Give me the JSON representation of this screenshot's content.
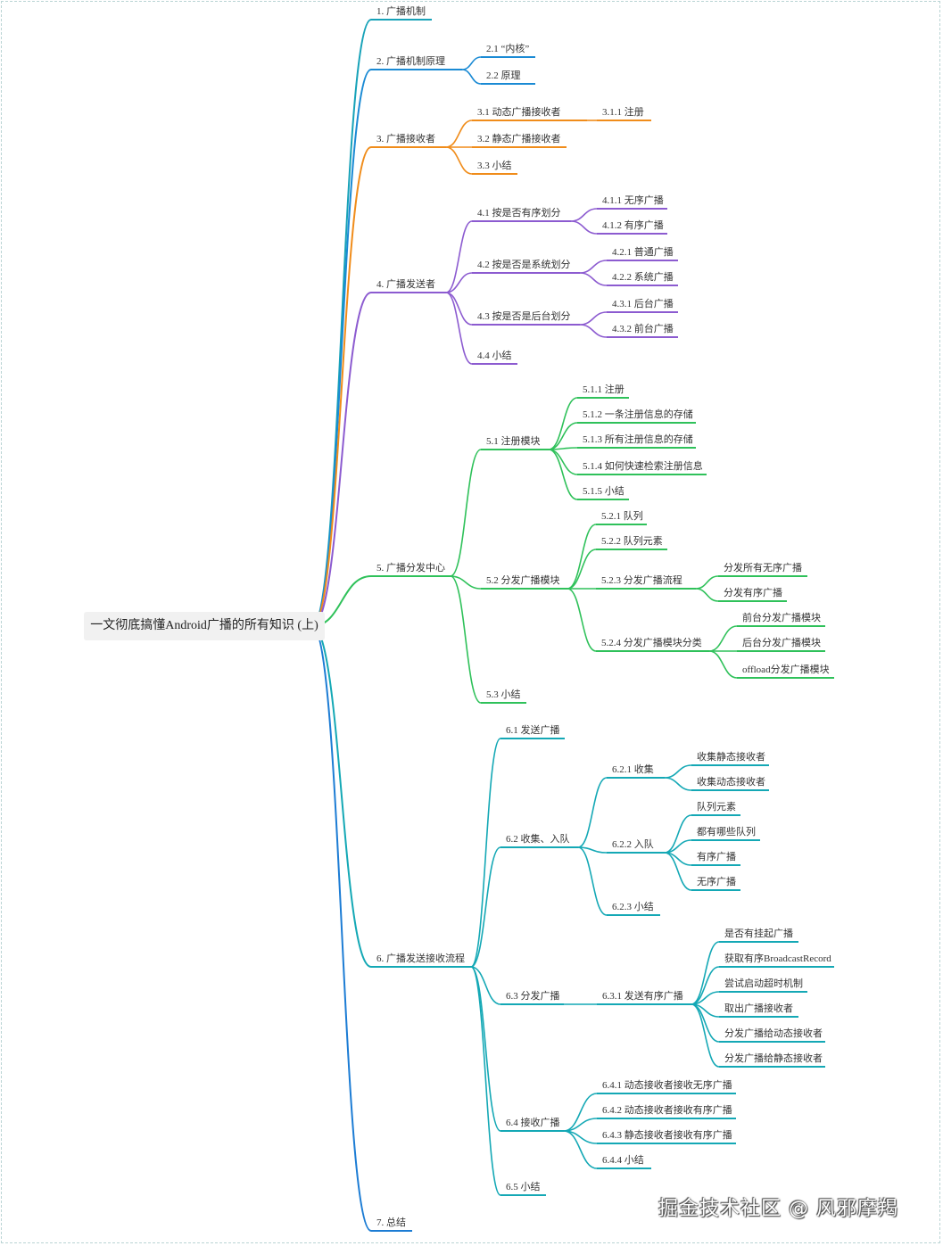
{
  "root": {
    "label": "一文彻底搞懂Android广播的所有知识 (上)"
  },
  "colors": {
    "teal": "#17a2b8",
    "blue": "#1a8ad4",
    "orange": "#f08c1a",
    "purple": "#8c5bd0",
    "green": "#2fc15a",
    "cyan": "#14a8b5",
    "navy": "#1c7cd4"
  },
  "nodes": [
    {
      "id": "n1",
      "label": "1. 广播机制",
      "parent": "root",
      "color": "teal"
    },
    {
      "id": "n2",
      "label": "2. 广播机制原理",
      "parent": "root",
      "color": "blue"
    },
    {
      "id": "n21",
      "label": "2.1 “内核”",
      "parent": "n2",
      "color": "blue"
    },
    {
      "id": "n22",
      "label": "2.2 原理",
      "parent": "n2",
      "color": "blue"
    },
    {
      "id": "n3",
      "label": "3. 广播接收者",
      "parent": "root",
      "color": "orange"
    },
    {
      "id": "n31",
      "label": "3.1 动态广播接收者",
      "parent": "n3",
      "color": "orange"
    },
    {
      "id": "n311",
      "label": "3.1.1 注册",
      "parent": "n31",
      "color": "orange"
    },
    {
      "id": "n32",
      "label": "3.2 静态广播接收者",
      "parent": "n3",
      "color": "orange"
    },
    {
      "id": "n33",
      "label": "3.3 小结",
      "parent": "n3",
      "color": "orange"
    },
    {
      "id": "n4",
      "label": "4. 广播发送者",
      "parent": "root",
      "color": "purple"
    },
    {
      "id": "n41",
      "label": "4.1 按是否有序划分",
      "parent": "n4",
      "color": "purple"
    },
    {
      "id": "n411",
      "label": "4.1.1 无序广播",
      "parent": "n41",
      "color": "purple"
    },
    {
      "id": "n412",
      "label": "4.1.2 有序广播",
      "parent": "n41",
      "color": "purple"
    },
    {
      "id": "n42",
      "label": "4.2 按是否是系统划分",
      "parent": "n4",
      "color": "purple"
    },
    {
      "id": "n421",
      "label": "4.2.1 普通广播",
      "parent": "n42",
      "color": "purple"
    },
    {
      "id": "n422",
      "label": "4.2.2 系统广播",
      "parent": "n42",
      "color": "purple"
    },
    {
      "id": "n43",
      "label": "4.3 按是否是后台划分",
      "parent": "n4",
      "color": "purple"
    },
    {
      "id": "n431",
      "label": "4.3.1 后台广播",
      "parent": "n43",
      "color": "purple"
    },
    {
      "id": "n432",
      "label": "4.3.2 前台广播",
      "parent": "n43",
      "color": "purple"
    },
    {
      "id": "n44",
      "label": "4.4 小结",
      "parent": "n4",
      "color": "purple"
    },
    {
      "id": "n5",
      "label": "5. 广播分发中心",
      "parent": "root",
      "color": "green"
    },
    {
      "id": "n51",
      "label": "5.1 注册模块",
      "parent": "n5",
      "color": "green"
    },
    {
      "id": "n511",
      "label": "5.1.1 注册",
      "parent": "n51",
      "color": "green"
    },
    {
      "id": "n512",
      "label": "5.1.2 一条注册信息的存储",
      "parent": "n51",
      "color": "green"
    },
    {
      "id": "n513",
      "label": "5.1.3 所有注册信息的存储",
      "parent": "n51",
      "color": "green"
    },
    {
      "id": "n514",
      "label": "5.1.4 如何快速检索注册信息",
      "parent": "n51",
      "color": "green"
    },
    {
      "id": "n515",
      "label": "5.1.5 小结",
      "parent": "n51",
      "color": "green"
    },
    {
      "id": "n52",
      "label": "5.2 分发广播模块",
      "parent": "n5",
      "color": "green"
    },
    {
      "id": "n521",
      "label": "5.2.1 队列",
      "parent": "n52",
      "color": "green"
    },
    {
      "id": "n522",
      "label": "5.2.2 队列元素",
      "parent": "n52",
      "color": "green"
    },
    {
      "id": "n523",
      "label": "5.2.3 分发广播流程",
      "parent": "n52",
      "color": "green"
    },
    {
      "id": "n5231",
      "label": "分发所有无序广播",
      "parent": "n523",
      "color": "green"
    },
    {
      "id": "n5232",
      "label": "分发有序广播",
      "parent": "n523",
      "color": "green"
    },
    {
      "id": "n524",
      "label": "5.2.4 分发广播模块分类",
      "parent": "n52",
      "color": "green"
    },
    {
      "id": "n5241",
      "label": "前台分发广播模块",
      "parent": "n524",
      "color": "green"
    },
    {
      "id": "n5242",
      "label": "后台分发广播模块",
      "parent": "n524",
      "color": "green"
    },
    {
      "id": "n5243",
      "label": "offload分发广播模块",
      "parent": "n524",
      "color": "green"
    },
    {
      "id": "n53",
      "label": "5.3 小结",
      "parent": "n5",
      "color": "green"
    },
    {
      "id": "n6",
      "label": "6. 广播发送接收流程",
      "parent": "root",
      "color": "cyan"
    },
    {
      "id": "n61",
      "label": "6.1 发送广播",
      "parent": "n6",
      "color": "cyan"
    },
    {
      "id": "n62",
      "label": "6.2 收集、入队",
      "parent": "n6",
      "color": "cyan"
    },
    {
      "id": "n621",
      "label": "6.2.1 收集",
      "parent": "n62",
      "color": "cyan"
    },
    {
      "id": "n6211",
      "label": "收集静态接收者",
      "parent": "n621",
      "color": "cyan"
    },
    {
      "id": "n6212",
      "label": "收集动态接收者",
      "parent": "n621",
      "color": "cyan"
    },
    {
      "id": "n622",
      "label": "6.2.2 入队",
      "parent": "n62",
      "color": "cyan"
    },
    {
      "id": "n6221",
      "label": "队列元素",
      "parent": "n622",
      "color": "cyan"
    },
    {
      "id": "n6222",
      "label": "都有哪些队列",
      "parent": "n622",
      "color": "cyan"
    },
    {
      "id": "n6223",
      "label": "有序广播",
      "parent": "n622",
      "color": "cyan"
    },
    {
      "id": "n6224",
      "label": "无序广播",
      "parent": "n622",
      "color": "cyan"
    },
    {
      "id": "n623",
      "label": "6.2.3 小结",
      "parent": "n62",
      "color": "cyan"
    },
    {
      "id": "n63",
      "label": "6.3 分发广播",
      "parent": "n6",
      "color": "cyan"
    },
    {
      "id": "n631",
      "label": "6.3.1 发送有序广播",
      "parent": "n63",
      "color": "cyan"
    },
    {
      "id": "n6311",
      "label": "是否有挂起广播",
      "parent": "n631",
      "color": "cyan"
    },
    {
      "id": "n6312",
      "label": "获取有序BroadcastRecord",
      "parent": "n631",
      "color": "cyan"
    },
    {
      "id": "n6313",
      "label": "尝试启动超时机制",
      "parent": "n631",
      "color": "cyan"
    },
    {
      "id": "n6314",
      "label": "取出广播接收者",
      "parent": "n631",
      "color": "cyan"
    },
    {
      "id": "n6315",
      "label": "分发广播给动态接收者",
      "parent": "n631",
      "color": "cyan"
    },
    {
      "id": "n6316",
      "label": "分发广播给静态接收者",
      "parent": "n631",
      "color": "cyan"
    },
    {
      "id": "n64",
      "label": "6.4 接收广播",
      "parent": "n6",
      "color": "cyan"
    },
    {
      "id": "n641",
      "label": "6.4.1 动态接收者接收无序广播",
      "parent": "n64",
      "color": "cyan"
    },
    {
      "id": "n642",
      "label": "6.4.2 动态接收者接收有序广播",
      "parent": "n64",
      "color": "cyan"
    },
    {
      "id": "n643",
      "label": "6.4.3 静态接收者接收有序广播",
      "parent": "n64",
      "color": "cyan"
    },
    {
      "id": "n644",
      "label": "6.4.4 小结",
      "parent": "n64",
      "color": "cyan"
    },
    {
      "id": "n65",
      "label": "6.5 小结",
      "parent": "n6",
      "color": "cyan"
    },
    {
      "id": "n7",
      "label": "7. 总结",
      "parent": "root",
      "color": "navy"
    }
  ],
  "watermark": "掘金技术社区 @ 风邪摩羯"
}
